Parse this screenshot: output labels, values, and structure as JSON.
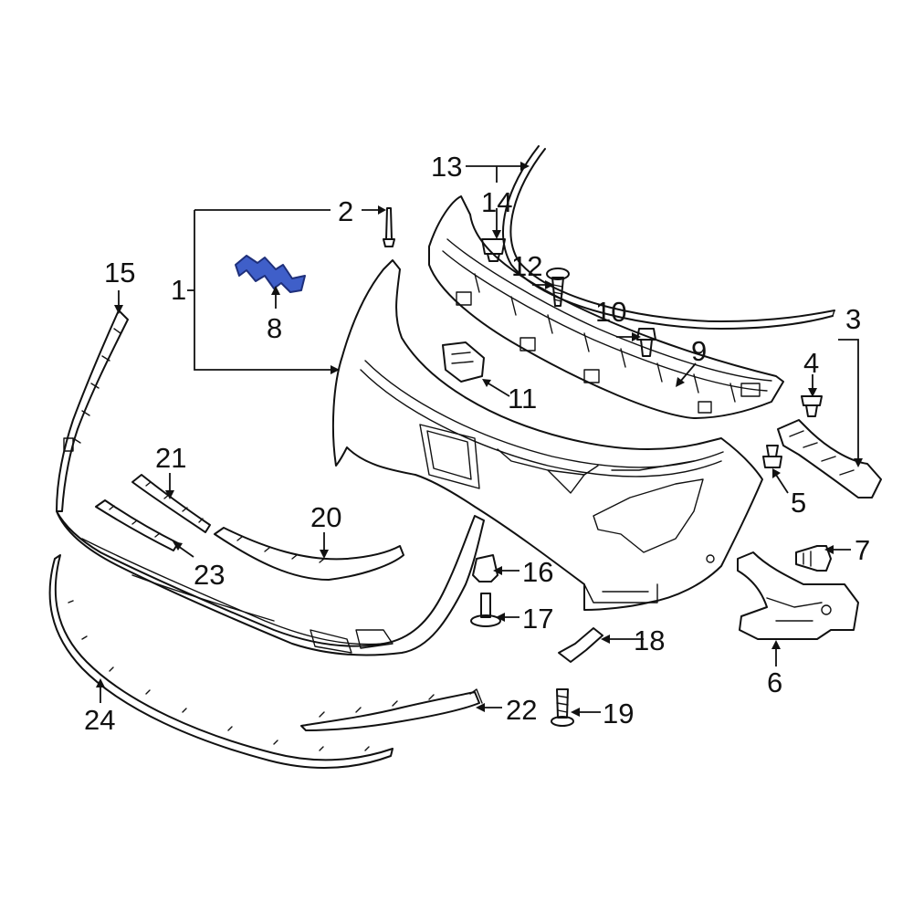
{
  "diagram": {
    "callouts": [
      {
        "id": "1",
        "label": "1"
      },
      {
        "id": "2",
        "label": "2"
      },
      {
        "id": "3",
        "label": "3"
      },
      {
        "id": "4",
        "label": "4"
      },
      {
        "id": "5",
        "label": "5"
      },
      {
        "id": "6",
        "label": "6"
      },
      {
        "id": "7",
        "label": "7"
      },
      {
        "id": "8",
        "label": "8"
      },
      {
        "id": "9",
        "label": "9"
      },
      {
        "id": "10",
        "label": "10"
      },
      {
        "id": "11",
        "label": "11"
      },
      {
        "id": "12",
        "label": "12"
      },
      {
        "id": "13",
        "label": "13"
      },
      {
        "id": "14",
        "label": "14"
      },
      {
        "id": "15",
        "label": "15"
      },
      {
        "id": "16",
        "label": "16"
      },
      {
        "id": "17",
        "label": "17"
      },
      {
        "id": "18",
        "label": "18"
      },
      {
        "id": "19",
        "label": "19"
      },
      {
        "id": "20",
        "label": "20"
      },
      {
        "id": "21",
        "label": "21"
      },
      {
        "id": "22",
        "label": "22"
      },
      {
        "id": "23",
        "label": "23"
      },
      {
        "id": "24",
        "label": "24"
      }
    ],
    "highlighted_part": "8",
    "colors": {
      "line": "#111111",
      "highlight_fill": "#3f5fc9",
      "highlight_stroke": "#1e2f7a",
      "background": "#ffffff"
    }
  }
}
